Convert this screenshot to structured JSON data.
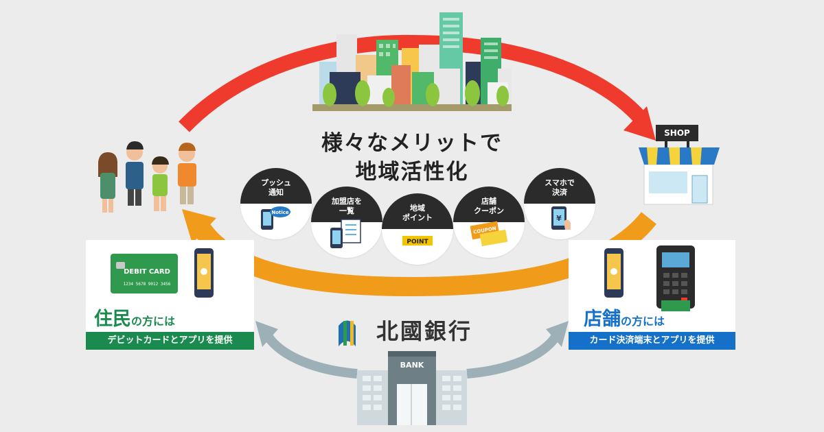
{
  "headline": {
    "line1": "様々なメリットで",
    "line2": "地域活性化"
  },
  "features": [
    {
      "label": "プッシュ\n通知",
      "icon_name": "push-notification-phone-icon",
      "icon_text": "Notice"
    },
    {
      "label": "加盟店を\n一覧",
      "icon_name": "store-list-phone-icon",
      "icon_text": ""
    },
    {
      "label": "地域\nポイント",
      "icon_name": "point-card-icon",
      "icon_text": "POINT"
    },
    {
      "label": "店舗\nクーポン",
      "icon_name": "coupon-tickets-icon",
      "icon_text": "COUPON"
    },
    {
      "label": "スマホで\n決済",
      "icon_name": "smartphone-payment-icon",
      "icon_text": "¥"
    }
  ],
  "resident_panel": {
    "title": "住民",
    "title_suffix": "の方には",
    "description": "デビットカードとアプリを提供",
    "card_label": "DEBIT CARD",
    "card_number": "1234 5678 9012 3456"
  },
  "store_panel": {
    "title": "店舗",
    "title_suffix": "の方には",
    "description": "カード決済端末とアプリを提供"
  },
  "shop_sign": "SHOP",
  "bank_sign": "BANK",
  "bank_name": "北國銀行",
  "colors": {
    "background": "#ececec",
    "red_arrow": "#ef3b2d",
    "orange_arrow": "#f19b1b",
    "gray_arrow": "#9eb0b7",
    "resident_green": "#1b8a4f",
    "store_blue": "#1570c9",
    "feature_cap": "#2b2b2b"
  }
}
